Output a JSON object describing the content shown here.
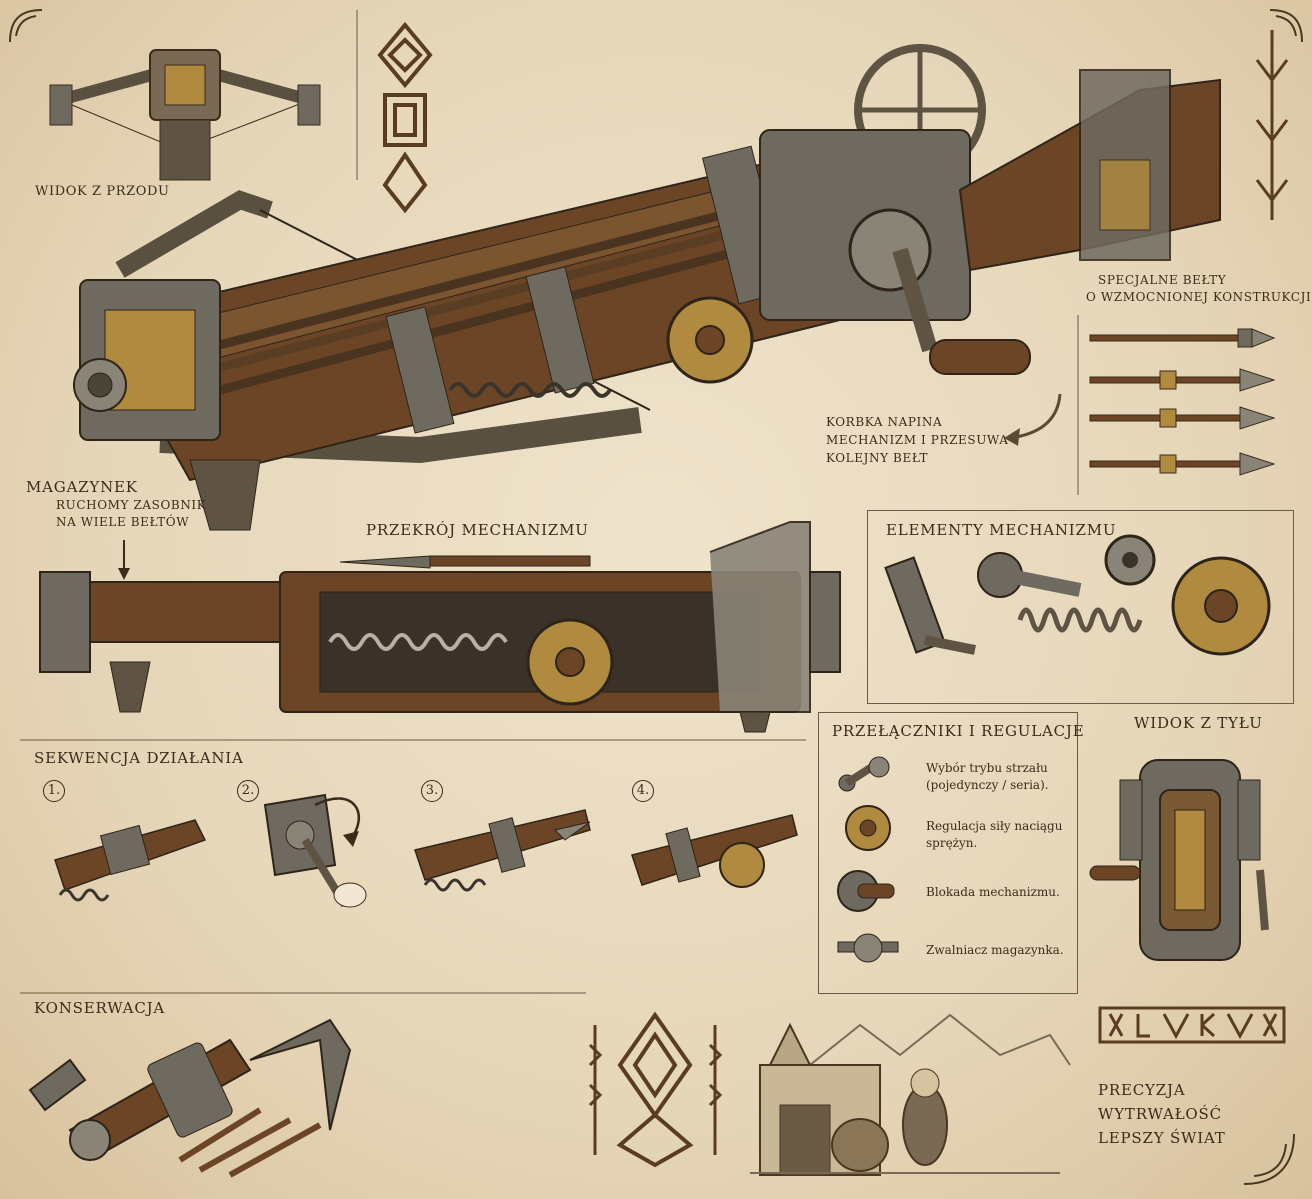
{
  "labels": {
    "front_view": "WIDOK Z PRZODU",
    "magazine_title": "MAGAZYNEK",
    "magazine_desc_1": "RUCHOMY ZASOBNIK",
    "magazine_desc_2": "NA WIELE BEŁTÓW",
    "cross_section": "PRZEKRÓJ MECHANIZMU",
    "bolts_1": "SPECJALNE BEŁTY",
    "bolts_2": "O WZMOCNIONEJ KONSTRUKCJI",
    "crank_1": "KORBKA NAPINA",
    "crank_2": "MECHANIZM I PRZESUWA",
    "crank_3": "KOLEJNY BEŁT",
    "mechanism_elements": "ELEMENTY MECHANIZMU",
    "switches_title": "PRZEŁĄCZNIKI I REGULACJE",
    "rear_view": "WIDOK Z TYŁU",
    "sequence": "SEKWENCJA DZIAŁANIA",
    "maintenance": "KONSERWACJA",
    "motto_1": "PRECYZJA",
    "motto_2": "WYTRWAŁOŚĆ",
    "motto_3": "LEPSZY ŚWIAT"
  },
  "switches": [
    {
      "line1": "Wybór trybu strzału",
      "line2": "(pojedynczy / seria)."
    },
    {
      "line1": "Regulacja siły naciągu",
      "line2": "sprężyn."
    },
    {
      "line1": "Blokada mechanizmu.",
      "line2": ""
    },
    {
      "line1": "Zwalniacz magazynka.",
      "line2": ""
    }
  ],
  "sequence_steps": [
    "1.",
    "2.",
    "3.",
    "4."
  ],
  "colors": {
    "parchment": "#e9dcc3",
    "ink": "#3b2b1b",
    "wood": "#6b4526",
    "metal": "#6f6a60",
    "brass": "#b08a3e"
  }
}
